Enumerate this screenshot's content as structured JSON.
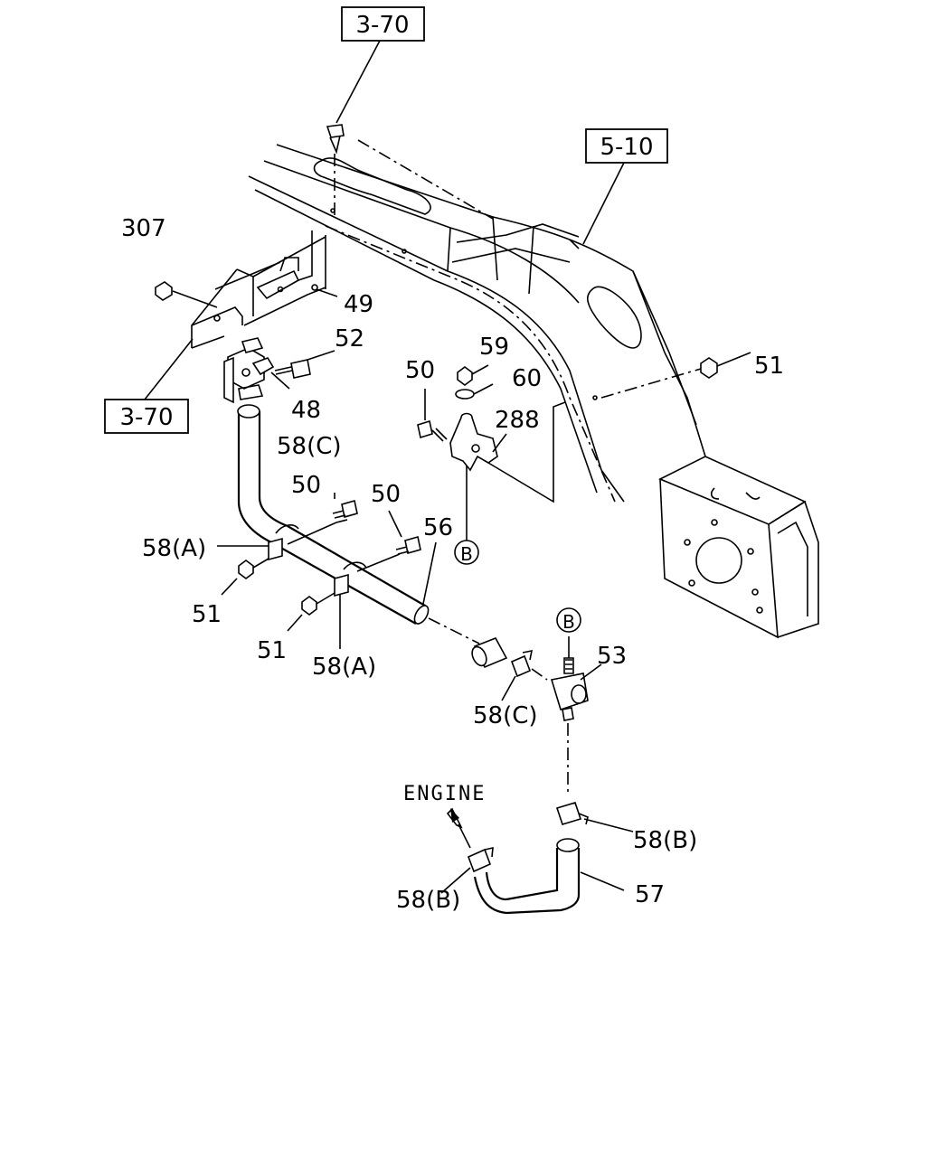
{
  "refs": {
    "top": "3-70",
    "frame": "5-10",
    "left": "3-70"
  },
  "engine_label": "ENGINE",
  "callouts": {
    "p307": "307",
    "p49": "49",
    "p52": "52",
    "p48": "48",
    "p58c_top": "58(C)",
    "p50_a": "50",
    "p50_b": "50",
    "p50_c": "50",
    "p59": "59",
    "p60": "60",
    "p288": "288",
    "p51_right": "51",
    "p58a_left": "58(A)",
    "p51_left1": "51",
    "p51_left2": "51",
    "p58a_bottom": "58(A)",
    "p56": "56",
    "p53": "53",
    "p58c_bottom": "58(C)",
    "p58b_right": "58(B)",
    "p58b_left": "58(B)",
    "p57": "57"
  },
  "markers": {
    "b_upper": "B",
    "b_lower": "B"
  }
}
